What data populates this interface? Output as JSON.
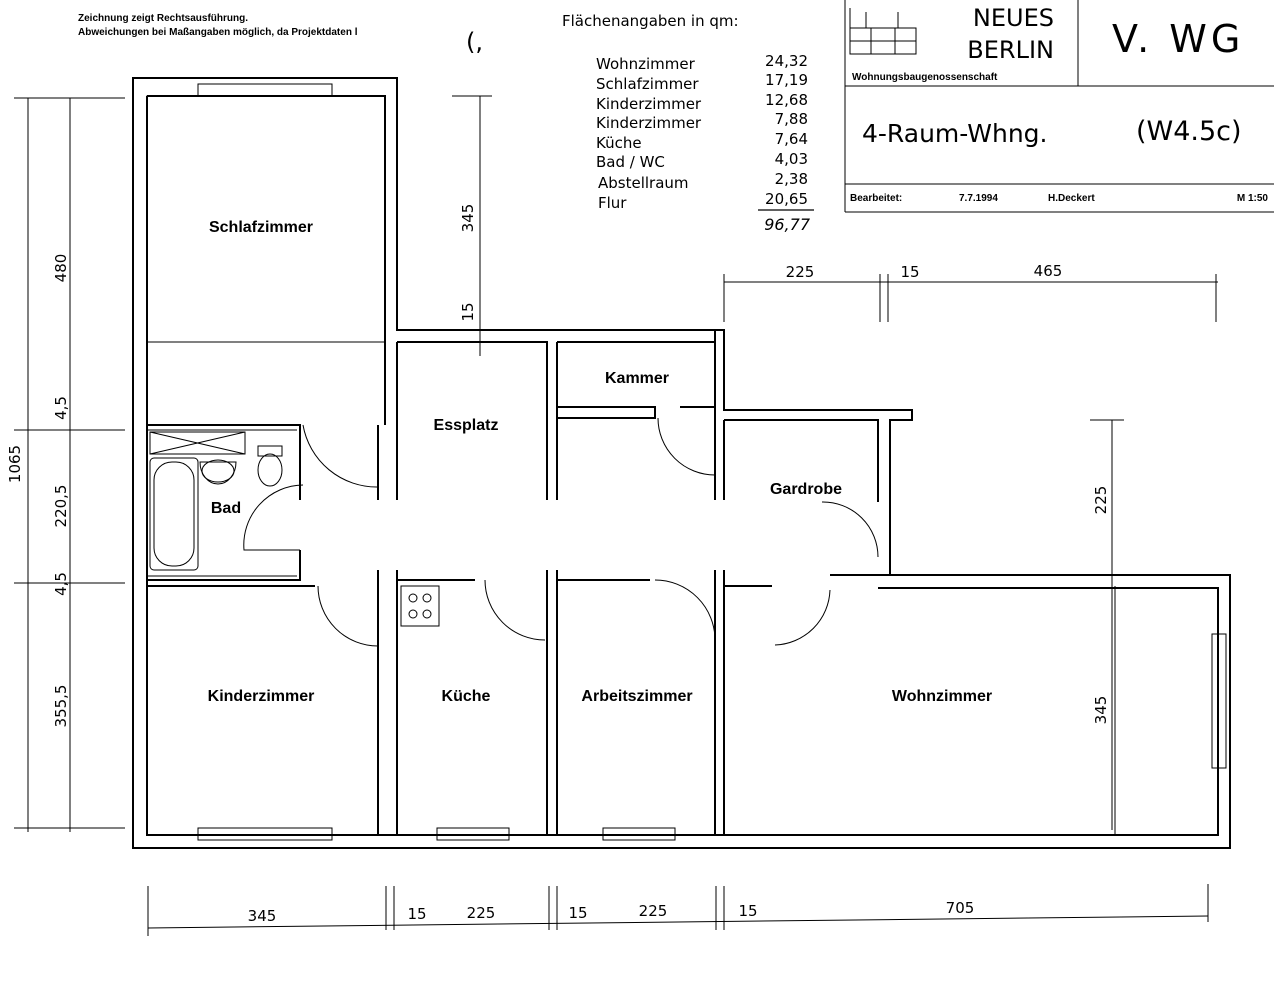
{
  "header": {
    "note_line1": "Zeichnung zeigt Rechtsausführung.",
    "note_line2": "Abweichungen bei Maßangaben möglich, da Projektdaten l",
    "areas_title": "Flächenangaben in qm:",
    "areas": [
      {
        "label": "Wohnzimmer",
        "value": "24,32"
      },
      {
        "label": "Schlafzimmer",
        "value": "17,19"
      },
      {
        "label": "Kinderzimmer",
        "value": "12,68"
      },
      {
        "label": "Kinderzimmer",
        "value": "7,88"
      },
      {
        "label": "Küche",
        "value": "7,64"
      },
      {
        "label": "Bad / WC",
        "value": "4,03"
      },
      {
        "label": "Abstellraum",
        "value": "2,38"
      },
      {
        "label": "Flur",
        "value": "20,65"
      }
    ],
    "areas_total": "96,77"
  },
  "title_block": {
    "logo_line1": "NEUES",
    "logo_line2": "BERLIN",
    "org": "Wohnungsbaugenossenschaft",
    "corner": "V. WG",
    "plan_title": "4-Raum-Whng.",
    "plan_code": "(W4.5c)",
    "edited_label": "Bearbeitet:",
    "edited_date": "7.7.1994",
    "editor": "H.Deckert",
    "scale": "M 1:50"
  },
  "rooms": {
    "schlafzimmer": "Schlafzimmer",
    "essplatz": "Essplatz",
    "kammer": "Kammer",
    "gardrobe": "Gardrobe",
    "bad": "Bad",
    "kinderzimmer": "Kinderzimmer",
    "kueche": "Küche",
    "arbeitszimmer": "Arbeitszimmer",
    "wohnzimmer": "Wohnzimmer"
  },
  "dimensions": {
    "left_total": "1065",
    "left_480": "480",
    "left_45a": "4,5",
    "left_2205": "220,5",
    "left_45b": "4,5",
    "left_3555": "355,5",
    "mid_345": "345",
    "mid_15": "15",
    "top_225": "225",
    "top_15": "15",
    "top_465": "465",
    "right_225": "225",
    "right_345": "345",
    "bottom_345": "345",
    "bottom_15a": "15",
    "bottom_225a": "225",
    "bottom_15b": "15",
    "bottom_225b": "225",
    "bottom_15c": "15",
    "bottom_705": "705"
  }
}
